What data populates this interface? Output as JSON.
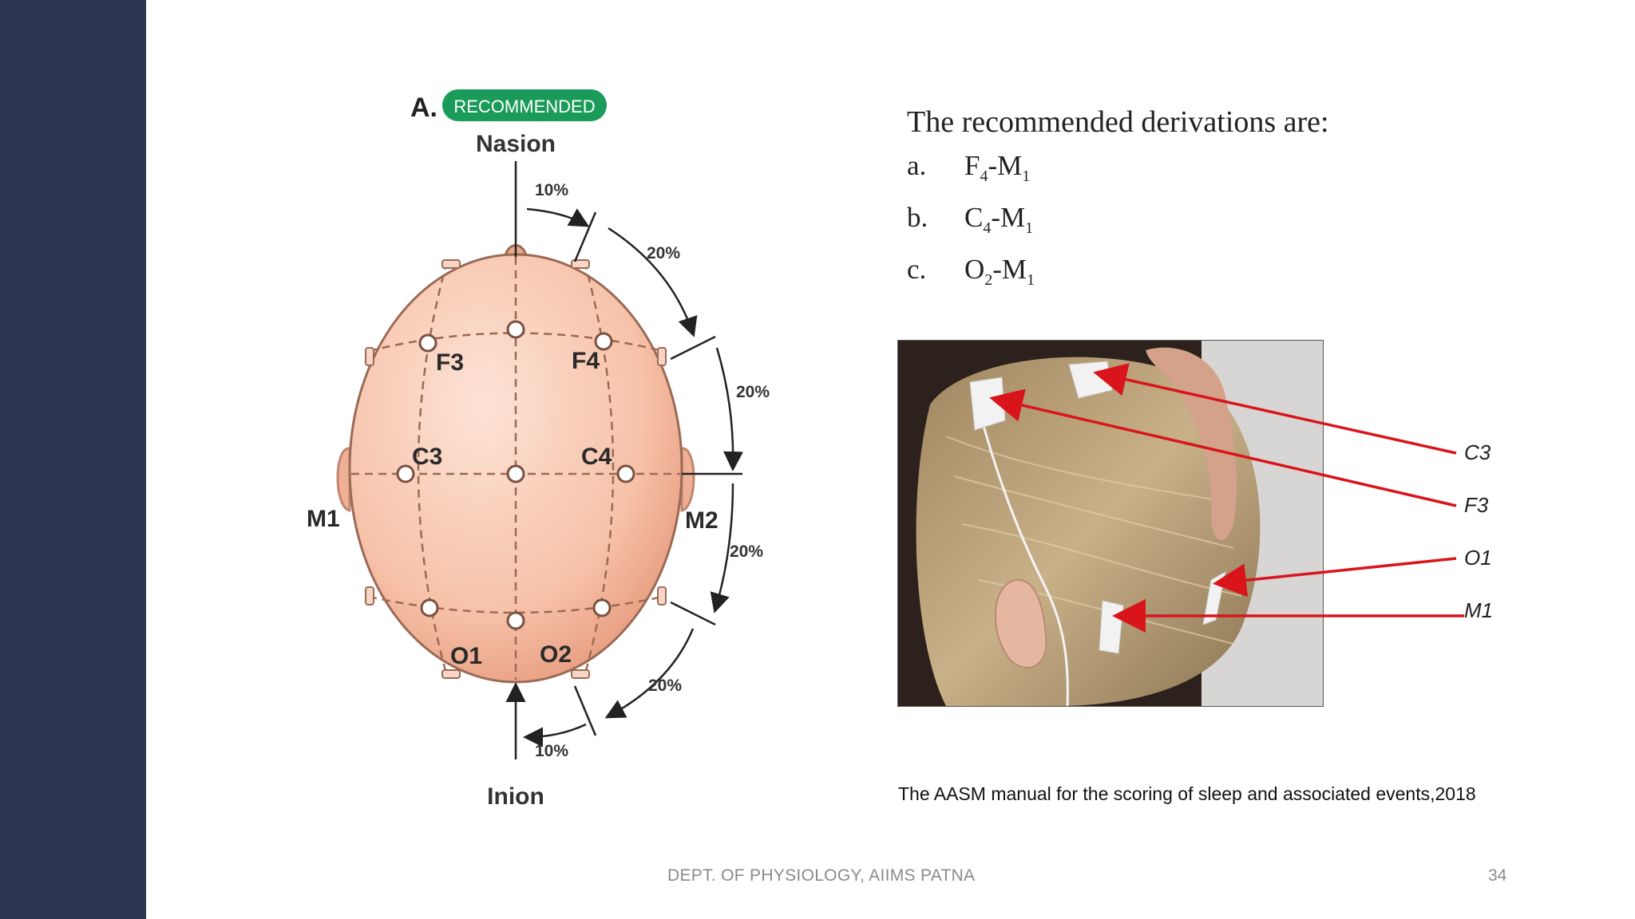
{
  "diagram": {
    "panel_letter": "A.",
    "badge": "RECOMMENDED",
    "badge_color": "#1a9b5a",
    "top_landmark": "Nasion",
    "bottom_landmark": "Inion",
    "left_mastoid": "M1",
    "right_mastoid": "M2",
    "electrodes": [
      "F3",
      "F4",
      "C3",
      "C4",
      "O1",
      "O2"
    ],
    "percent_labels": [
      "10%",
      "20%",
      "20%",
      "20%",
      "20%",
      "10%"
    ],
    "scalp_color": "#f3b9a0"
  },
  "derivations": {
    "title": "The recommended derivations are:",
    "items": [
      {
        "letter": "a.",
        "a": "F",
        "a_sub": "4",
        "b": "-M",
        "b_sub": "1"
      },
      {
        "letter": "b.",
        "a": "C",
        "a_sub": "4",
        "b": "-M",
        "b_sub": "1"
      },
      {
        "letter": "c.",
        "a": "O",
        "a_sub": "2",
        "b": "-M",
        "b_sub": "1"
      }
    ]
  },
  "photo_labels": [
    "C3",
    "F3",
    "O1",
    "M1"
  ],
  "arrow_color": "#d9151b",
  "citation": "The AASM manual for the scoring of sleep and associated events,2018",
  "footer": "DEPT. OF PHYSIOLOGY, AIIMS PATNA",
  "page_number": "34"
}
